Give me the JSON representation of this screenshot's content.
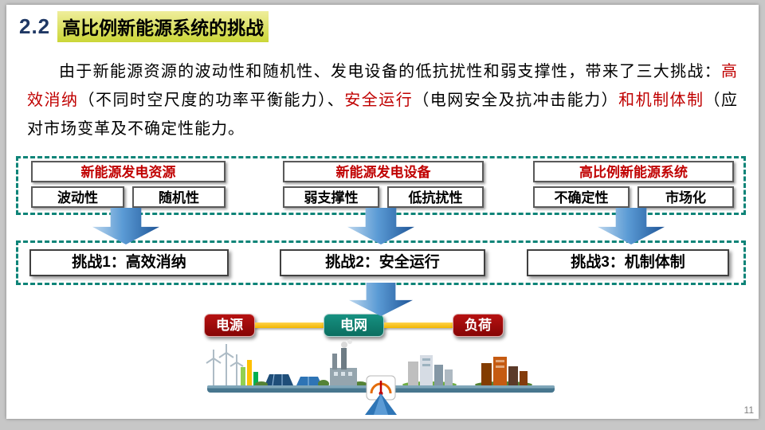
{
  "slide": {
    "section_number": "2.2",
    "title": "高比例新能源系统的挑战",
    "page_number": "11"
  },
  "paragraph": {
    "segments": [
      {
        "text": "由于新能源资源的波动性和随机性、发电设备的低抗扰性和弱支撑性，带来了三大挑战：",
        "color": "black"
      },
      {
        "text": "高效消纳",
        "color": "red"
      },
      {
        "text": "（不同时空尺度的功率平衡能力）、",
        "color": "black"
      },
      {
        "text": "安全运行",
        "color": "red"
      },
      {
        "text": "（电网安全及抗冲击能力）",
        "color": "black"
      },
      {
        "text": "和机制体制",
        "color": "red"
      },
      {
        "text": "（应对市场变革及不确定性能力。",
        "color": "black"
      }
    ]
  },
  "resource_groups": [
    {
      "title": "新能源发电资源",
      "items": [
        "波动性",
        "随机性"
      ]
    },
    {
      "title": "新能源发电设备",
      "items": [
        "弱支撑性",
        "低抗扰性"
      ]
    },
    {
      "title": "高比例新能源系统",
      "items": [
        "不确定性",
        "市场化"
      ]
    }
  ],
  "challenges": [
    "挑战1：高效消纳",
    "挑战2：安全运行",
    "挑战3：机制体制"
  ],
  "balance_nodes": [
    {
      "label": "电源",
      "color": "#9c0d0d"
    },
    {
      "label": "电网",
      "color": "#0e7568"
    },
    {
      "label": "负荷",
      "color": "#9c0d0d"
    }
  ],
  "icons": {
    "down_arrow": "block-arrow-down",
    "wind_turbine": "wind-turbine",
    "solar_panel": "solar-panel",
    "factory": "factory",
    "city": "city-buildings",
    "gauge": "balance-gauge"
  },
  "colors": {
    "accent_red": "#c00000",
    "title_navy": "#1f3864",
    "title_highlight": "#cbd637",
    "dashed_teal": "#0e8478",
    "arrow_blue": "#2e75b6",
    "connector_yellow": "#ffc000",
    "node_red": "#9c0d0d",
    "node_teal": "#0e7568"
  }
}
